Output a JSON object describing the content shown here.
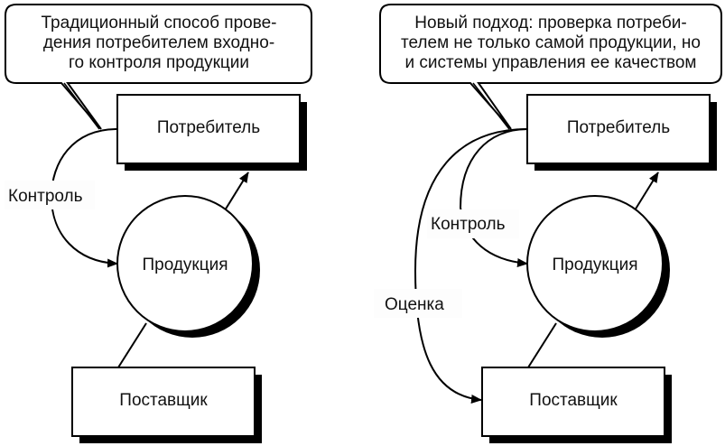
{
  "diagram": {
    "colors": {
      "stroke": "#000000",
      "fill": "#ffffff",
      "shadow": "#000000",
      "text": "#111111"
    },
    "left": {
      "callout_lines": [
        "Традиционный способ прове-",
        "дения потребителем входно-",
        "го контроля продукции"
      ],
      "consumer_label": "Потребитель",
      "product_label": "Продукция",
      "supplier_label": "Поставщик",
      "control_label": "Контроль"
    },
    "right": {
      "callout_lines": [
        "Новый подход: проверка потреби-",
        "телем не только самой продукции, но",
        "и системы управления ее качеством"
      ],
      "consumer_label": "Потребитель",
      "product_label": "Продукция",
      "supplier_label": "Поставщик",
      "control_label": "Контроль",
      "assessment_label": "Оценка"
    }
  }
}
